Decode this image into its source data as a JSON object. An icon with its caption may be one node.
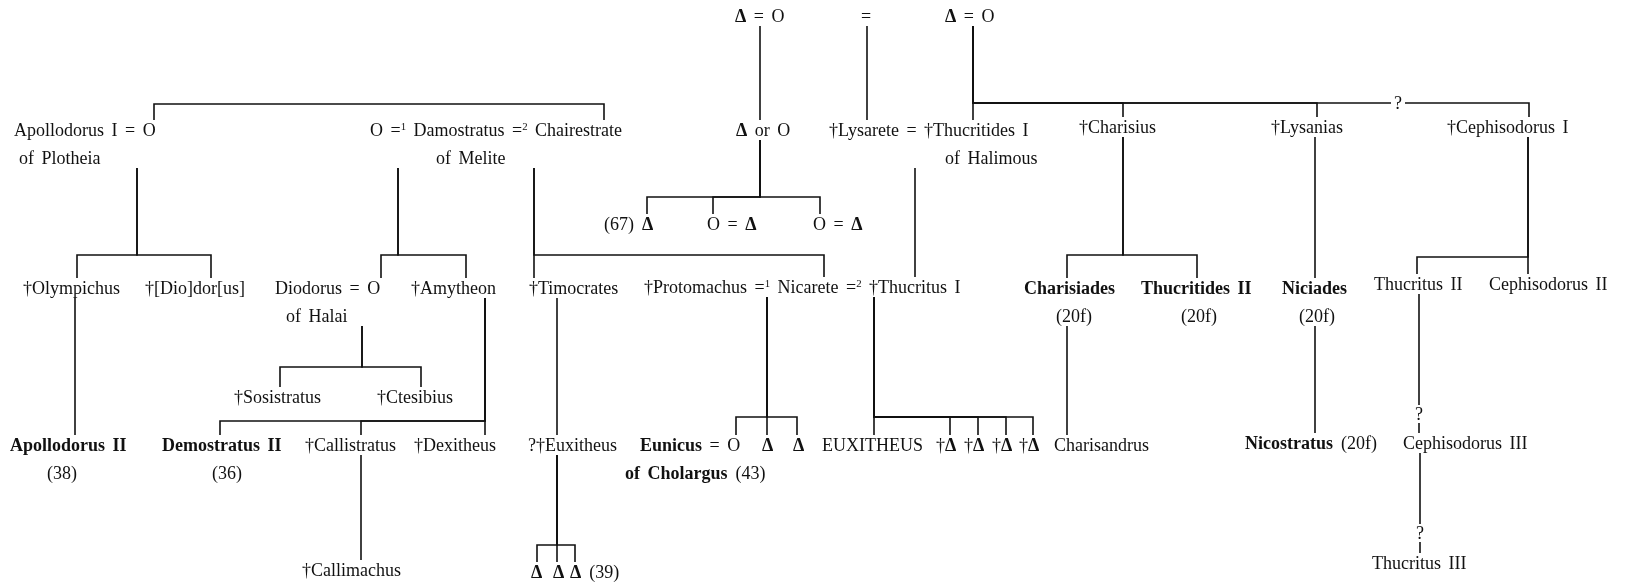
{
  "diagram": {
    "nodes": [
      {
        "text": [
          "**Δ** = O"
        ]
      },
      {
        "text": [
          "="
        ]
      },
      {
        "text": [
          "**Δ** = O"
        ]
      },
      {
        "text": [
          "Apollodorus I = O",
          "of Plotheia"
        ]
      },
      {
        "text": [
          "O =$^{1}$ Damostratus =$^{2}$ Chairestrate",
          "of Melite"
        ]
      },
      {
        "text": [
          "**Δ** or O"
        ]
      },
      {
        "text": [
          "†Lysarete = †Thucritides I",
          "of Halimous"
        ]
      },
      {
        "text": [
          "†Charisius"
        ]
      },
      {
        "text": [
          "†Lysanias"
        ]
      },
      {
        "text": [
          "†Cephisodorus I"
        ]
      },
      {
        "text": [
          "Δ"
        ],
        "beside": [
          "(67)"
        ]
      },
      {
        "text": [
          "O = **Δ**"
        ]
      },
      {
        "text": [
          "O = **Δ**"
        ]
      },
      {
        "text": [
          "†Olympichus"
        ]
      },
      {
        "text": [
          "†[Dio]dor[us]"
        ]
      },
      {
        "text": [
          "Diodorus = O",
          "of Halai"
        ]
      },
      {
        "text": [
          "†Amytheon"
        ]
      },
      {
        "text": [
          "†Timocrates"
        ]
      },
      {
        "text": [
          "†Protomachus =$^{1}$ Nicarete =$^{2}$ †Thucritus I"
        ]
      },
      {
        "text": [
          "Charisiades"
        ],
        "beside": [
          "(20f)"
        ]
      },
      {
        "text": [
          "Thucritides II"
        ],
        "beside": [
          "(20f)"
        ]
      },
      {
        "text": [
          "Niciades"
        ],
        "beside": [
          "(20f)"
        ]
      },
      {
        "text": [
          "Thucritus II"
        ]
      },
      {
        "text": [
          "Cephisodorus II"
        ]
      },
      {
        "text": [
          "†Sosistratus"
        ]
      },
      {
        "text": [
          "†Ctesibius"
        ]
      },
      {
        "text": [
          "Apollodorus II"
        ],
        "beside": [
          "(38)"
        ]
      },
      {
        "text": [
          "Demostratus II"
        ],
        "beside": [
          "(36)"
        ]
      },
      {
        "text": [
          "†Callistratus"
        ]
      },
      {
        "text": [
          "†Dexitheus"
        ]
      },
      {
        "text": [
          "?†Euxitheus"
        ]
      },
      {
        "text": [
          "**Eunicus** = O",
          "of Cholargus"
        ],
        "beside": [
          "(43)"
        ]
      },
      {
        "text": [
          "Δ"
        ]
      },
      {
        "text": [
          "Δ"
        ]
      },
      {
        "text": [
          "EUXITHEUS"
        ]
      },
      {
        "text": [
          "†**Δ**"
        ]
      },
      {
        "text": [
          "†**Δ**"
        ]
      },
      {
        "text": [
          "†**Δ**"
        ]
      },
      {
        "text": [
          "†**Δ**"
        ]
      },
      {
        "text": [
          "Charisandrus"
        ]
      },
      {
        "text": [
          "Nicostratus"
        ],
        "beside": [
          "(20f)"
        ]
      },
      {
        "text": [
          "Cephisodorus III"
        ]
      },
      {
        "text": [
          "†Callimachus"
        ]
      },
      {
        "text": [
          "Δ"
        ]
      },
      {
        "text": [
          "Δ"
        ]
      },
      {
        "text": [
          "Δ"
        ],
        "beside": [
          "(39)"
        ]
      },
      {
        "text": [
          "Thucritus III"
        ]
      }
    ],
    "edges": [
      {
        "from": 3,
        "to": 4,
        "arrow": "none"
      },
      {
        "from": 0,
        "to": 5,
        "arrow": "none"
      },
      {
        "from": 1,
        "to": 6,
        "arrow": "none"
      },
      {
        "from": 2,
        "to": 6,
        "arrow": "none"
      },
      {
        "from": 2,
        "to": 7,
        "arrow": "none"
      },
      {
        "from": 2,
        "to": 8,
        "arrow": "none"
      },
      {
        "from": 2,
        "to": 9,
        "arrow": "none",
        "label": "?"
      },
      {
        "from": 3,
        "to": 13,
        "arrow": "none"
      },
      {
        "from": 3,
        "to": 14,
        "arrow": "none"
      },
      {
        "from": 4,
        "to": 15,
        "arrow": "none"
      },
      {
        "from": 4,
        "to": 16,
        "arrow": "none"
      },
      {
        "from": 4,
        "to": 17,
        "arrow": "none"
      },
      {
        "from": 4,
        "to": 18,
        "arrow": "none"
      },
      {
        "from": 5,
        "to": 10,
        "arrow": "none"
      },
      {
        "from": 5,
        "to": 11,
        "arrow": "none"
      },
      {
        "from": 5,
        "to": 12,
        "arrow": "none"
      },
      {
        "from": 6,
        "to": 18,
        "arrow": "none"
      },
      {
        "from": 7,
        "to": 19,
        "arrow": "none"
      },
      {
        "from": 7,
        "to": 20,
        "arrow": "none"
      },
      {
        "from": 8,
        "to": 21,
        "arrow": "none"
      },
      {
        "from": 9,
        "to": 22,
        "arrow": "none"
      },
      {
        "from": 9,
        "to": 23,
        "arrow": "none"
      },
      {
        "from": 13,
        "to": 26,
        "arrow": "none"
      },
      {
        "from": 15,
        "to": 24,
        "arrow": "none"
      },
      {
        "from": 15,
        "to": 25,
        "arrow": "none"
      },
      {
        "from": 16,
        "to": 27,
        "arrow": "none"
      },
      {
        "from": 16,
        "to": 28,
        "arrow": "none"
      },
      {
        "from": 16,
        "to": 29,
        "arrow": "none"
      },
      {
        "from": 17,
        "to": 30,
        "arrow": "none"
      },
      {
        "from": 18,
        "to": 31,
        "arrow": "none"
      },
      {
        "from": 18,
        "to": 32,
        "arrow": "none"
      },
      {
        "from": 18,
        "to": 33,
        "arrow": "none"
      },
      {
        "from": 18,
        "to": 34,
        "arrow": "none"
      },
      {
        "from": 18,
        "to": 35,
        "arrow": "none"
      },
      {
        "from": 18,
        "to": 36,
        "arrow": "none"
      },
      {
        "from": 18,
        "to": 37,
        "arrow": "none"
      },
      {
        "from": 18,
        "to": 38,
        "arrow": "none"
      },
      {
        "from": 19,
        "to": 39,
        "arrow": "none"
      },
      {
        "from": 21,
        "to": 40,
        "arrow": "none"
      },
      {
        "from": 22,
        "to": 41,
        "arrow": "none",
        "label": "?"
      },
      {
        "from": 28,
        "to": 42,
        "arrow": "none"
      },
      {
        "from": 30,
        "to": 43,
        "arrow": "none"
      },
      {
        "from": 30,
        "to": 44,
        "arrow": "none"
      },
      {
        "from": 30,
        "to": 45,
        "arrow": "none"
      },
      {
        "from": 41,
        "to": 46,
        "arrow": "none",
        "label": "?"
      }
    ]
  }
}
